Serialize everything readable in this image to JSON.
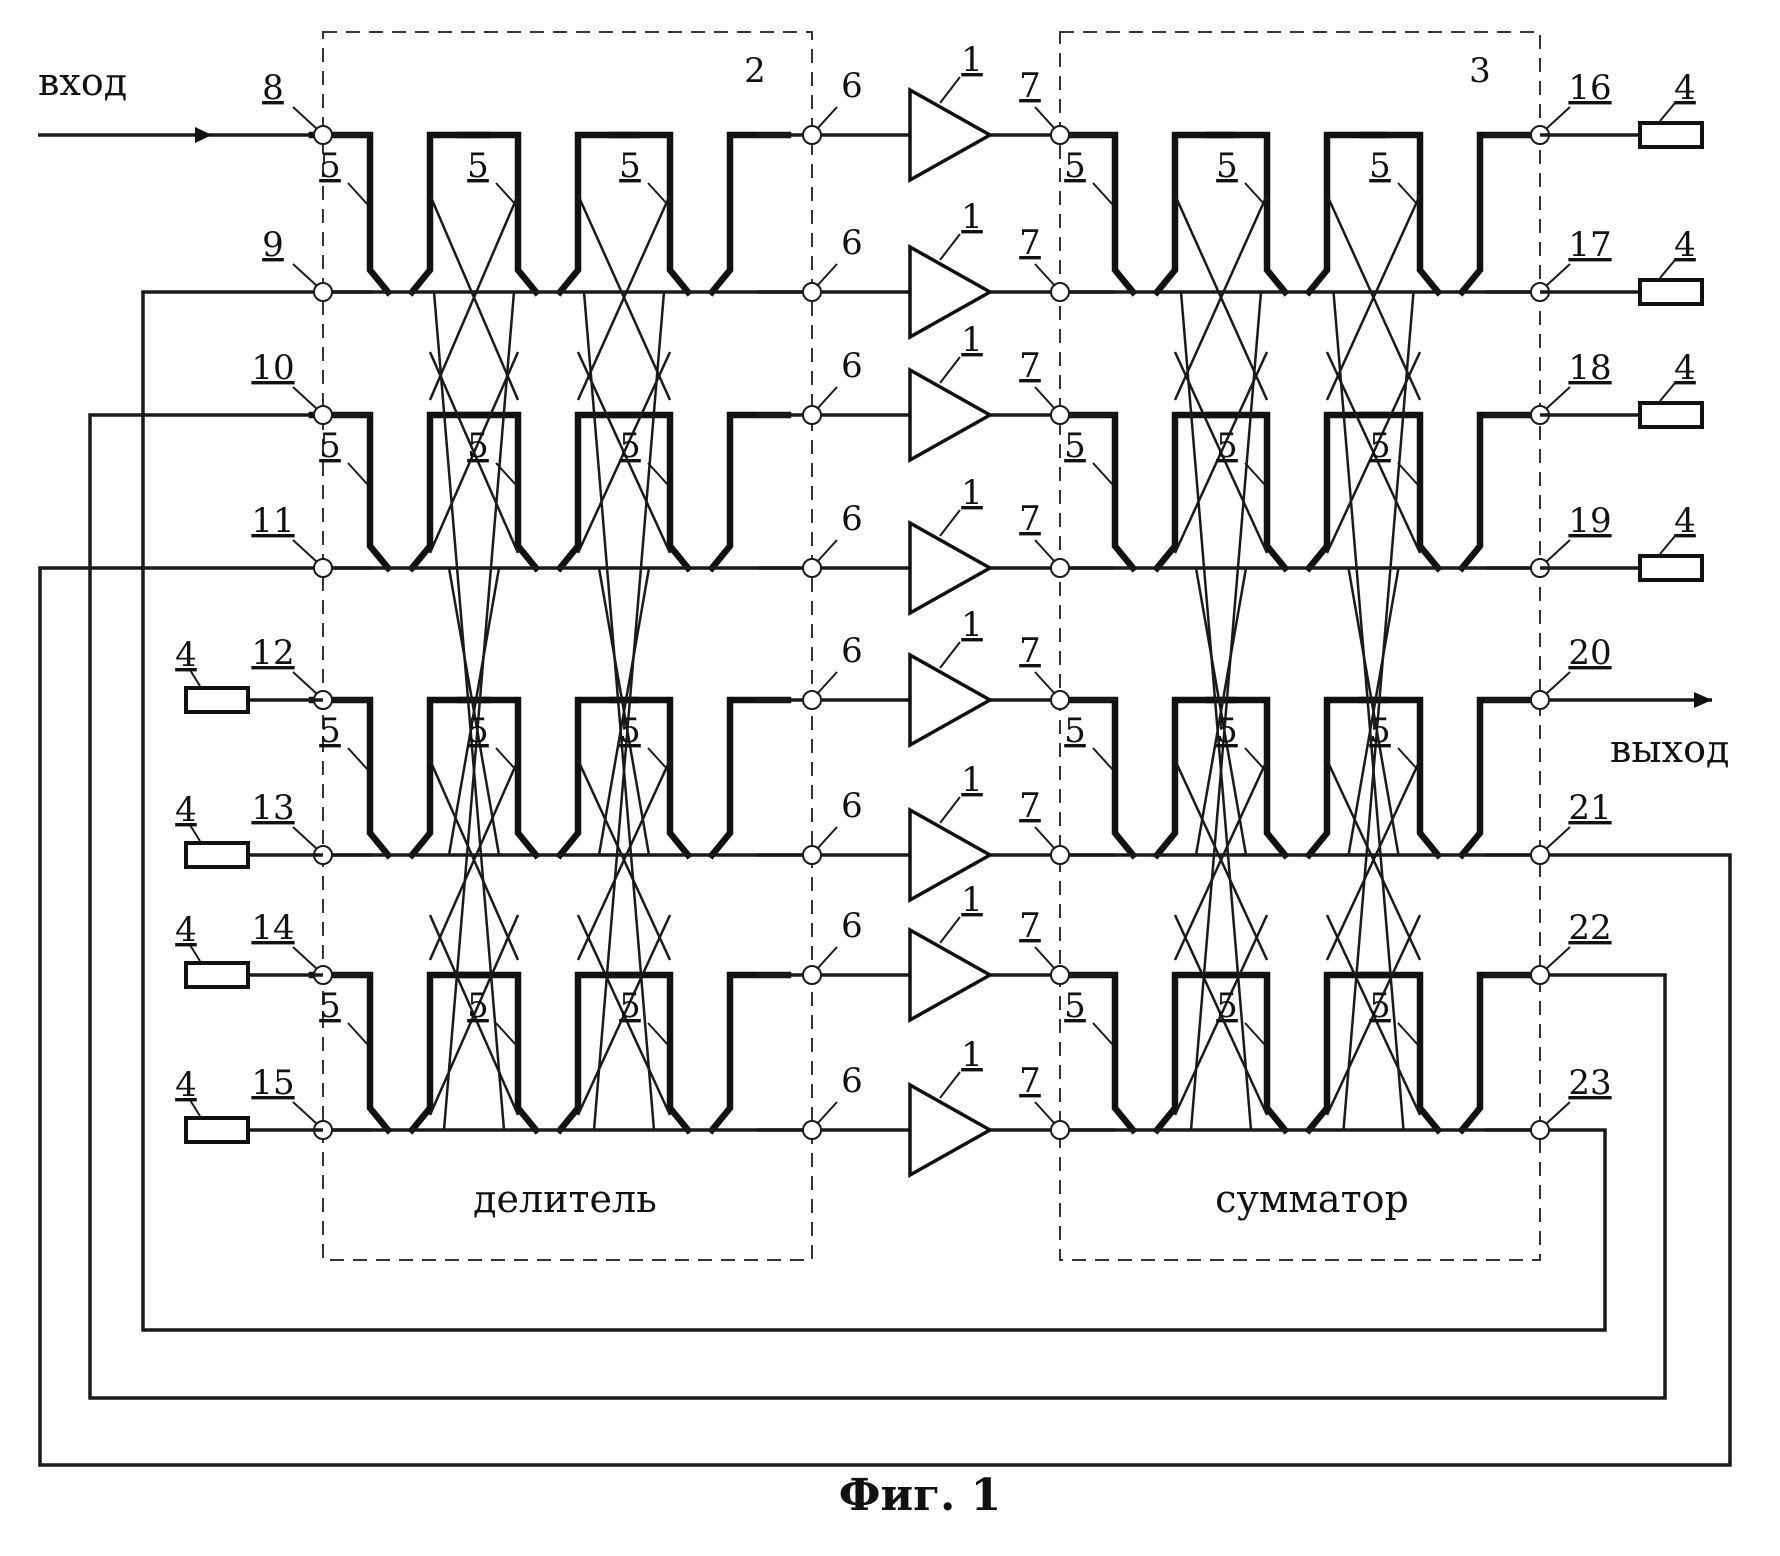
{
  "signals": {
    "input_label": "вход",
    "output_label": "выход"
  },
  "blocks": {
    "divider_number": "2",
    "divider_label": "делитель",
    "combiner_number": "3",
    "combiner_label": "сумматор"
  },
  "component_refs": {
    "amplifier": "1",
    "hybrid": "5",
    "divider_output": "6",
    "combiner_input": "7",
    "load": "4"
  },
  "divider_ports": [
    "8",
    "9",
    "10",
    "11",
    "12",
    "13",
    "14",
    "15"
  ],
  "combiner_ports": [
    "16",
    "17",
    "18",
    "19",
    "20",
    "21",
    "22",
    "23"
  ],
  "figure_caption": "Фиг. 1"
}
